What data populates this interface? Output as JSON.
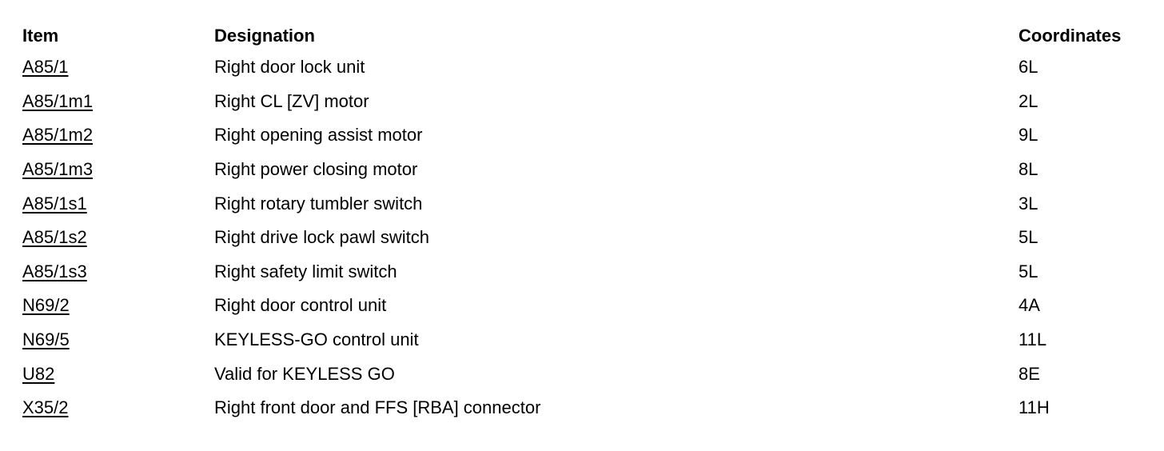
{
  "table": {
    "headers": {
      "item": "Item",
      "designation": "Designation",
      "coordinates": "Coordinates"
    },
    "rows": [
      {
        "item": "A85/1",
        "designation": "Right door lock unit",
        "coordinates": "6L"
      },
      {
        "item": "A85/1m1",
        "designation": "Right CL [ZV] motor",
        "coordinates": "2L"
      },
      {
        "item": "A85/1m2",
        "designation": "Right opening assist motor",
        "coordinates": "9L"
      },
      {
        "item": "A85/1m3",
        "designation": "Right power closing motor",
        "coordinates": "8L"
      },
      {
        "item": "A85/1s1",
        "designation": "Right rotary tumbler switch",
        "coordinates": "3L"
      },
      {
        "item": "A85/1s2",
        "designation": "Right drive lock pawl switch",
        "coordinates": "5L"
      },
      {
        "item": "A85/1s3",
        "designation": "Right safety limit switch",
        "coordinates": "5L"
      },
      {
        "item": "N69/2",
        "designation": "Right door control unit",
        "coordinates": "4A"
      },
      {
        "item": "N69/5",
        "designation": "KEYLESS-GO control unit",
        "coordinates": "11L"
      },
      {
        "item": "U82",
        "designation": "Valid for KEYLESS GO",
        "coordinates": "8E"
      },
      {
        "item": "X35/2",
        "designation": "Right front door and FFS [RBA] connector",
        "coordinates": "11H"
      }
    ]
  }
}
